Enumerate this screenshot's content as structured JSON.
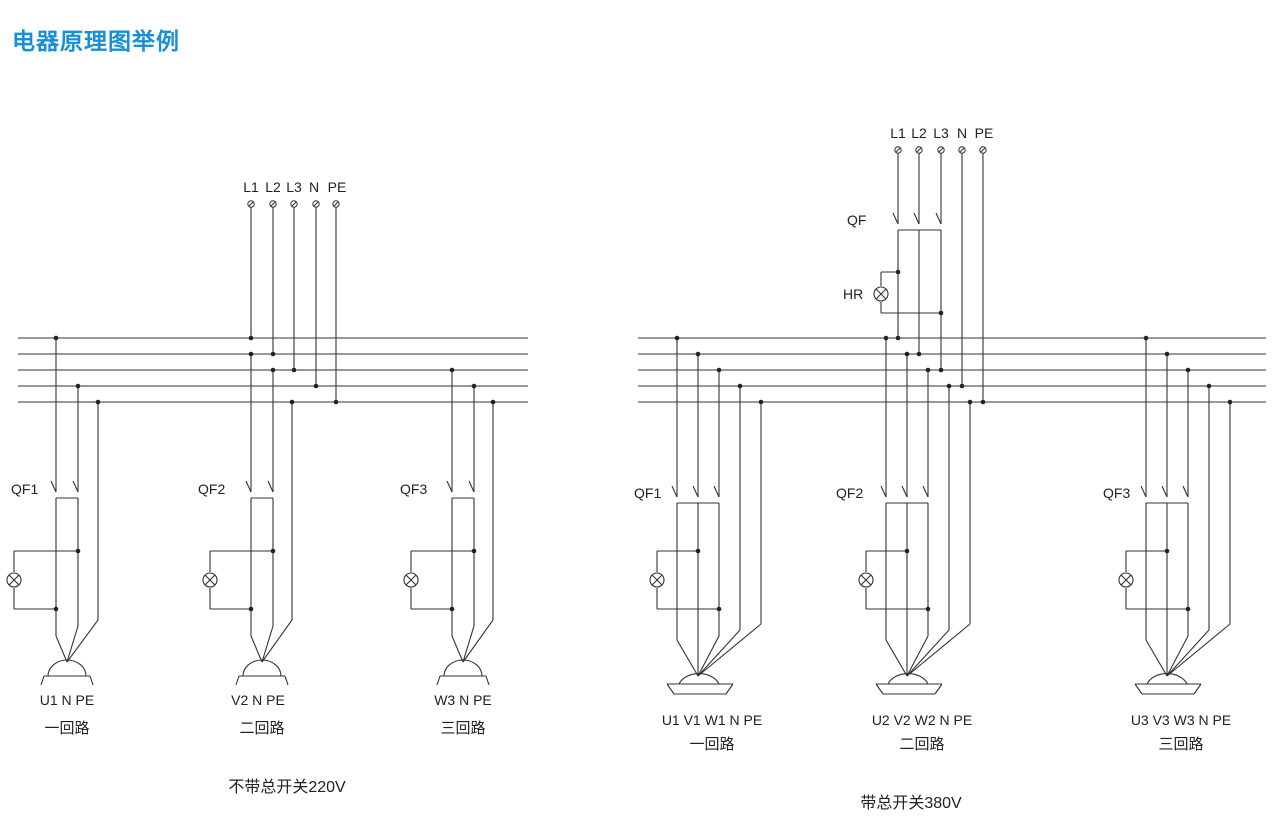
{
  "page": {
    "title": "电器原理图举例"
  },
  "colors": {
    "title": "#1a8fd6",
    "line": "#333333",
    "text": "#222222"
  },
  "left_diagram": {
    "terminals": {
      "l1": "L1",
      "l2": "L2",
      "l3": "L3",
      "n": "N",
      "pe": "PE"
    },
    "circuits": [
      {
        "breaker": "QF1",
        "socket": "U1 N PE",
        "name": "一回路"
      },
      {
        "breaker": "QF2",
        "socket": "V2 N PE",
        "name": "二回路"
      },
      {
        "breaker": "QF3",
        "socket": "W3 N PE",
        "name": "三回路"
      }
    ],
    "caption": "不带总开关220V"
  },
  "right_diagram": {
    "terminals": {
      "l1": "L1",
      "l2": "L2",
      "l3": "L3",
      "n": "N",
      "pe": "PE"
    },
    "main_breaker": "QF",
    "indicator": "HR",
    "circuits": [
      {
        "breaker": "QF1",
        "socket": "U1 V1 W1 N PE",
        "name": "一回路"
      },
      {
        "breaker": "QF2",
        "socket": "U2 V2 W2 N PE",
        "name": "二回路"
      },
      {
        "breaker": "QF3",
        "socket": "U3 V3 W3 N PE",
        "name": "三回路"
      }
    ],
    "caption": "带总开关380V"
  }
}
